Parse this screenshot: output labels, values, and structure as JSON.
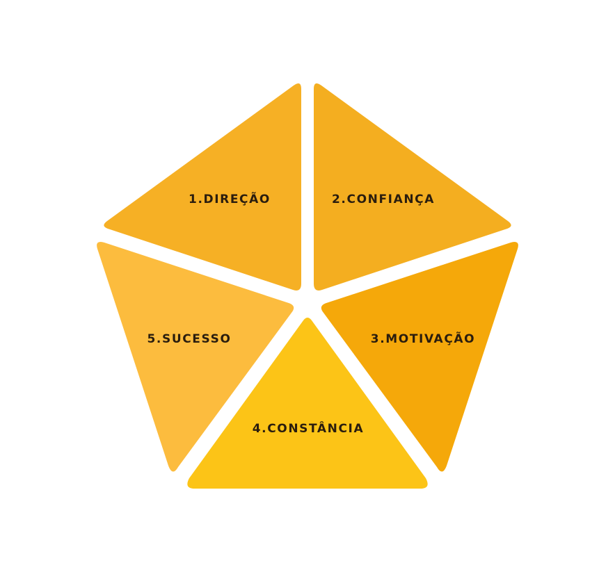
{
  "segments": [
    {
      "label": "1.DIREÇÃO",
      "color": "#F6B025"
    },
    {
      "label": "2.CONFIANÇA",
      "color": "#F4AE20"
    },
    {
      "label": "3.MOTIVAÇÃO",
      "color": "#F5A80A"
    },
    {
      "label": "4.CONSTÂNCIA",
      "color": "#FCC417"
    },
    {
      "label": "5.SUCESSO",
      "color": "#FCBC3E"
    }
  ],
  "label_color": "#2a1d0e",
  "background": "#FFFFFF"
}
